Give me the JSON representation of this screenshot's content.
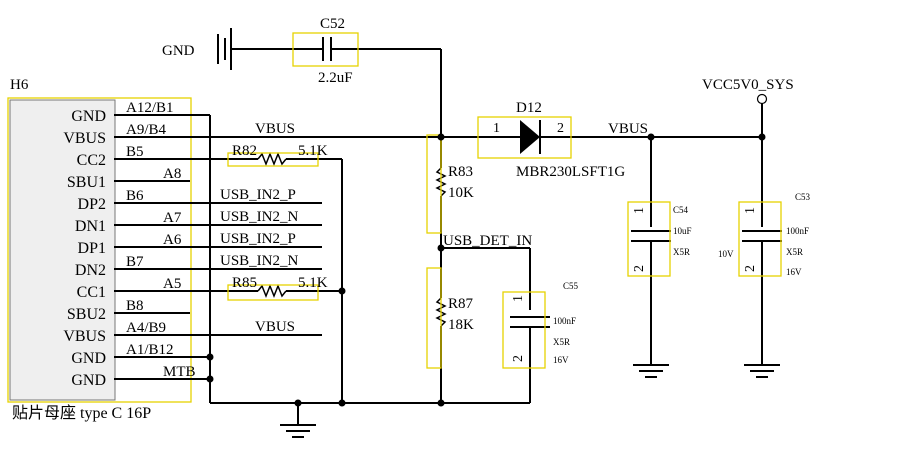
{
  "connector": {
    "ref": "H6",
    "caption": "贴片母座 type C 16P",
    "pins_left": [
      "GND",
      "VBUS",
      "CC2",
      "SBU1",
      "DP2",
      "DN1",
      "DP1",
      "DN2",
      "CC1",
      "SBU2",
      "VBUS",
      "GND",
      "GND"
    ],
    "pins_right": [
      "A12/B1",
      "A9/B4",
      "B5",
      "A8",
      "B6",
      "A7",
      "A6",
      "B7",
      "A5",
      "B8",
      "A4/B9",
      "A1/B12",
      "MTB"
    ]
  },
  "nets": {
    "vbus_top": "VBUS",
    "vbus_bottom": "VBUS",
    "usb_in2_p_1": "USB_IN2_P",
    "usb_in2_n_1": "USB_IN2_N",
    "usb_in2_p_2": "USB_IN2_P",
    "usb_in2_n_2": "USB_IN2_N",
    "usb_det_in": "USB_DET_IN",
    "vbus_out": "VBUS",
    "vcc": "VCC5V0_SYS",
    "gnd": "GND"
  },
  "parts": {
    "c52": {
      "ref": "C52",
      "value": "2.2uF"
    },
    "r82": {
      "ref": "R82",
      "value": "5.1K"
    },
    "r85": {
      "ref": "R85",
      "value": "5.1K"
    },
    "r83": {
      "ref": "R83",
      "value": "10K"
    },
    "r87": {
      "ref": "R87",
      "value": "18K"
    },
    "d12": {
      "ref": "D12",
      "part": "MBR230LSFT1G",
      "pin1": "1",
      "pin2": "2"
    },
    "c55": {
      "ref": "C55",
      "value": "100nF",
      "dielectric": "X5R",
      "voltage": "16V",
      "pin1": "1",
      "pin2": "2"
    },
    "c54": {
      "ref": "C54",
      "value": "10uF",
      "dielectric": "X5R",
      "voltage": "10V",
      "pin1": "1",
      "pin2": "2"
    },
    "c53": {
      "ref": "C53",
      "value": "100nF",
      "dielectric": "X5R",
      "voltage": "16V",
      "pin1": "1",
      "pin2": "2"
    }
  },
  "colors": {
    "wire": "#000000",
    "highlight": "#e6d200",
    "body_fill": "#efefef"
  }
}
